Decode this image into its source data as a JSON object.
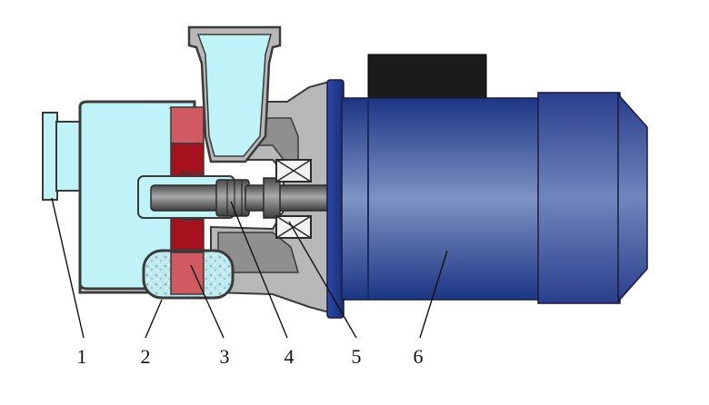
{
  "diagram": {
    "callouts": [
      {
        "label": "1"
      },
      {
        "label": "2"
      },
      {
        "label": "3"
      },
      {
        "label": "4"
      },
      {
        "label": "5"
      },
      {
        "label": "6"
      }
    ]
  },
  "colors": {
    "casing_fluid": "#bff3f7",
    "casing_outline": "#3a3a3a",
    "casing_gray": "#b8b8b8",
    "impeller_dark": "#a5121e",
    "impeller_light": "#cf5a62",
    "motor_blue": "#1f3c8a",
    "motor_highlight": "#7d93c4",
    "terminal_box": "#1b1b1b",
    "shaft_gray": "#6a6a6a",
    "seal_mottled": "#9fd4de"
  }
}
